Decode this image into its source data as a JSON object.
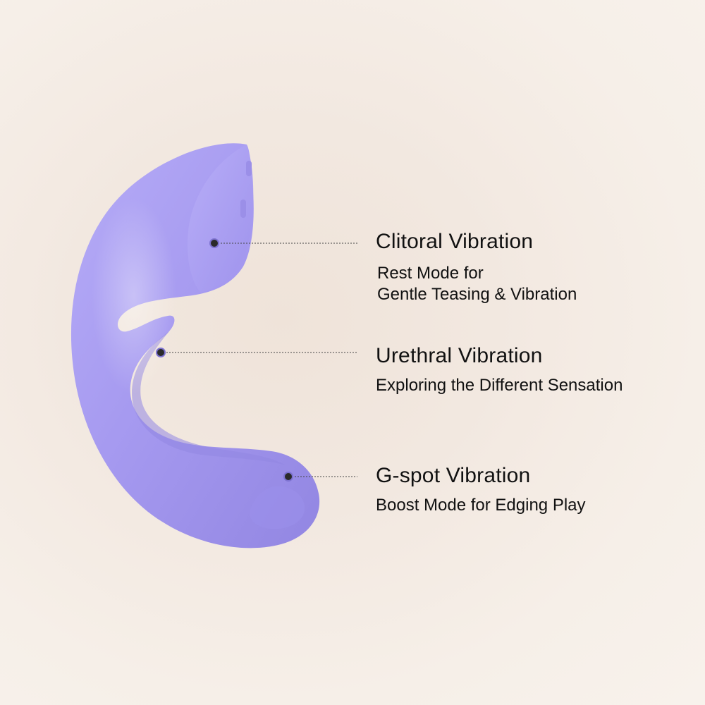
{
  "features": [
    {
      "id": "clitoral",
      "title": "Clitoral Vibration",
      "description_lines": [
        "Rest Mode for",
        "Gentle Teasing & Vibration"
      ]
    },
    {
      "id": "urethral",
      "title": "Urethral Vibration",
      "description_lines": [
        "Exploring the Different Sensation"
      ]
    },
    {
      "id": "gspot",
      "title": "G-spot Vibration",
      "description_lines": [
        "Boost Mode for Edging Play"
      ]
    }
  ],
  "colors": {
    "product_body": "#a89cf0",
    "product_shadow": "#8478d8",
    "leader_line": "#444444",
    "text": "#111111"
  }
}
